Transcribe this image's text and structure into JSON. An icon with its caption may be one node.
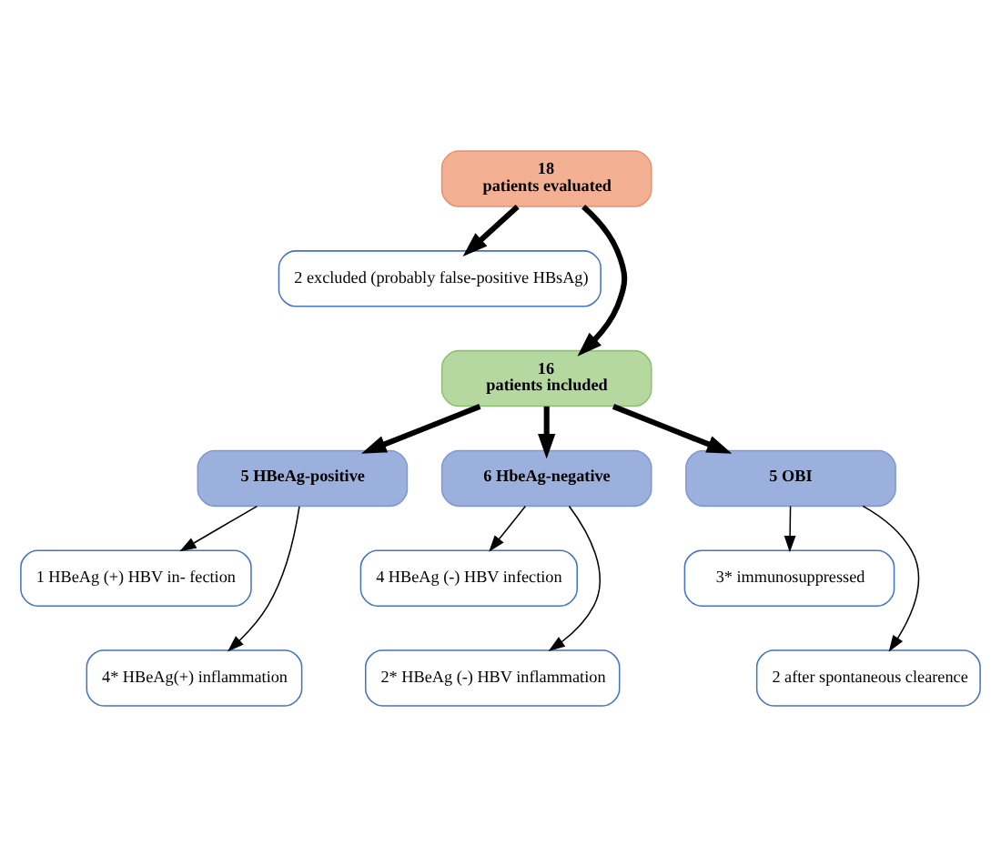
{
  "diagram": {
    "nodes": [
      {
        "text": [
          "18",
          "patients evaluated"
        ]
      },
      {
        "text": [
          "2 excluded (probably false-positive HBsAg)"
        ]
      },
      {
        "text": [
          "16",
          "patients included"
        ]
      },
      {
        "text": [
          "5 HBeAg-positive"
        ]
      },
      {
        "text": [
          "6 HbeAg-negative"
        ]
      },
      {
        "text": [
          "5 OBI"
        ]
      },
      {
        "text": [
          "1 HBeAg (+) HBV in- fection"
        ]
      },
      {
        "text": [
          "4* HBeAg(+) inflammation"
        ]
      },
      {
        "text": [
          "4 HBeAg (-) HBV infection"
        ]
      },
      {
        "text": [
          "2* HBeAg (-) HBV inflammation"
        ]
      },
      {
        "text": [
          "3* immunosuppressed"
        ]
      },
      {
        "text": [
          "2 after spontaneous clearence"
        ]
      }
    ],
    "edges": [
      {
        "from": 0,
        "to": 2,
        "arrow": "to",
        "style": "thick"
      },
      {
        "from": 0,
        "to": 1,
        "arrow": "to",
        "style": "thick"
      },
      {
        "from": 2,
        "to": 3,
        "arrow": "to",
        "style": "thick"
      },
      {
        "from": 2,
        "to": 4,
        "arrow": "to",
        "style": "thick"
      },
      {
        "from": 2,
        "to": 5,
        "arrow": "to",
        "style": "thick"
      },
      {
        "from": 3,
        "to": 6,
        "arrow": "to"
      },
      {
        "from": 3,
        "to": 7,
        "arrow": "to"
      },
      {
        "from": 4,
        "to": 8,
        "arrow": "to"
      },
      {
        "from": 4,
        "to": 9,
        "arrow": "to"
      },
      {
        "from": 5,
        "to": 10,
        "arrow": "to"
      },
      {
        "from": 5,
        "to": 11,
        "arrow": "to"
      }
    ]
  }
}
